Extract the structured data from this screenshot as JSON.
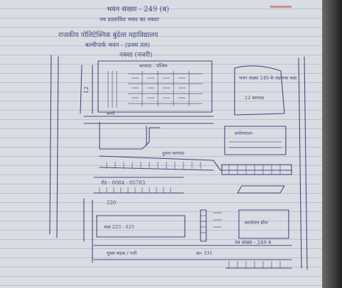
{
  "header": {
    "line1": "भवन संख्या - 249 (ब)",
    "line2": "नव प्रस्तावित भवन का नक्शा",
    "title": "राजकीय पोलिटेक्निक बुंदेला महाविद्यालय",
    "subtitle": "बल्वीपार्क भवन - (प्रथम तल)"
  },
  "sections": {
    "map_heading": "नक्शा (नजरी)",
    "hall_label": "बरामदा - पश्चिम",
    "rooms_label": "कमरे",
    "room_count": "12",
    "building_block_1": "भवन संख्या 249 के सहायक कक्ष",
    "building_block_1_sub": "12 बरामदा",
    "building_block_2": "प्रयोगशाला",
    "corridor_label": "दूसरा बरामदा",
    "road_left": "रोड - 0084 - 85783",
    "plot_no": "220",
    "area_1": "कक्ष 223 - 625",
    "office_label": "कार्यालय शौच",
    "bottom_building": "नव संख्या - 249 ब",
    "bottom_road": "मुख्य सड़क / गली",
    "bottom_plot": "क्र० 331"
  },
  "colors": {
    "paper": "#d9dde3",
    "ink": "#2c2f6b",
    "ruled_line": "#7890aa",
    "margin_mark": "#cc4444",
    "background": "#2b2b2b"
  }
}
